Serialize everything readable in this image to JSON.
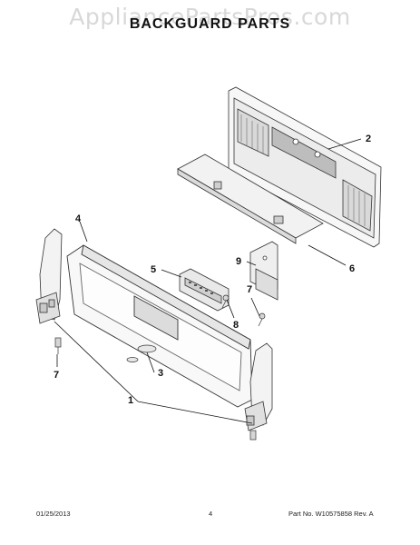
{
  "watermark": "AppliancePartsPros.com",
  "title": "BACKGUARD PARTS",
  "callouts": {
    "c1": "1",
    "c2": "2",
    "c3": "3",
    "c4": "4",
    "c5": "5",
    "c6": "6",
    "c7a": "7",
    "c7b": "7",
    "c8": "8",
    "c9": "9"
  },
  "footer": {
    "date": "01/25/2013",
    "page": "4",
    "part_number": "Part No. W10575858  Rev. A"
  }
}
